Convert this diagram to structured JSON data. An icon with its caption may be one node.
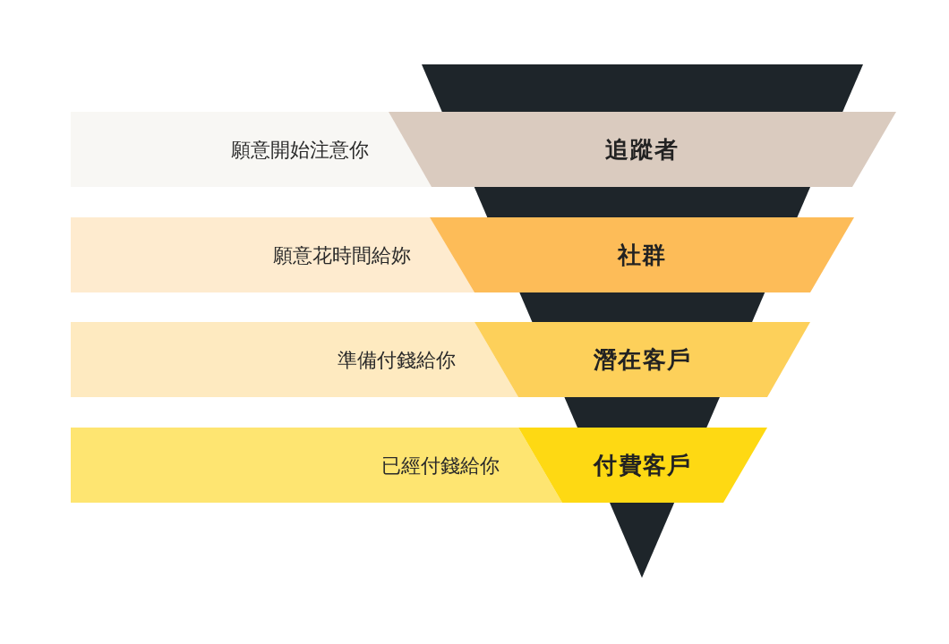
{
  "diagram": {
    "nodes": [
      {
        "text": [
          "願意開始注意你"
        ]
      },
      {
        "text": [
          "追蹤者"
        ]
      },
      {
        "text": [
          "願意花時間給妳"
        ]
      },
      {
        "text": [
          "社群"
        ]
      },
      {
        "text": [
          "準備付錢給你"
        ]
      },
      {
        "text": [
          "潛在客戶"
        ]
      },
      {
        "text": [
          "已經付錢給你"
        ]
      },
      {
        "text": [
          "付費客戶"
        ]
      }
    ]
  }
}
